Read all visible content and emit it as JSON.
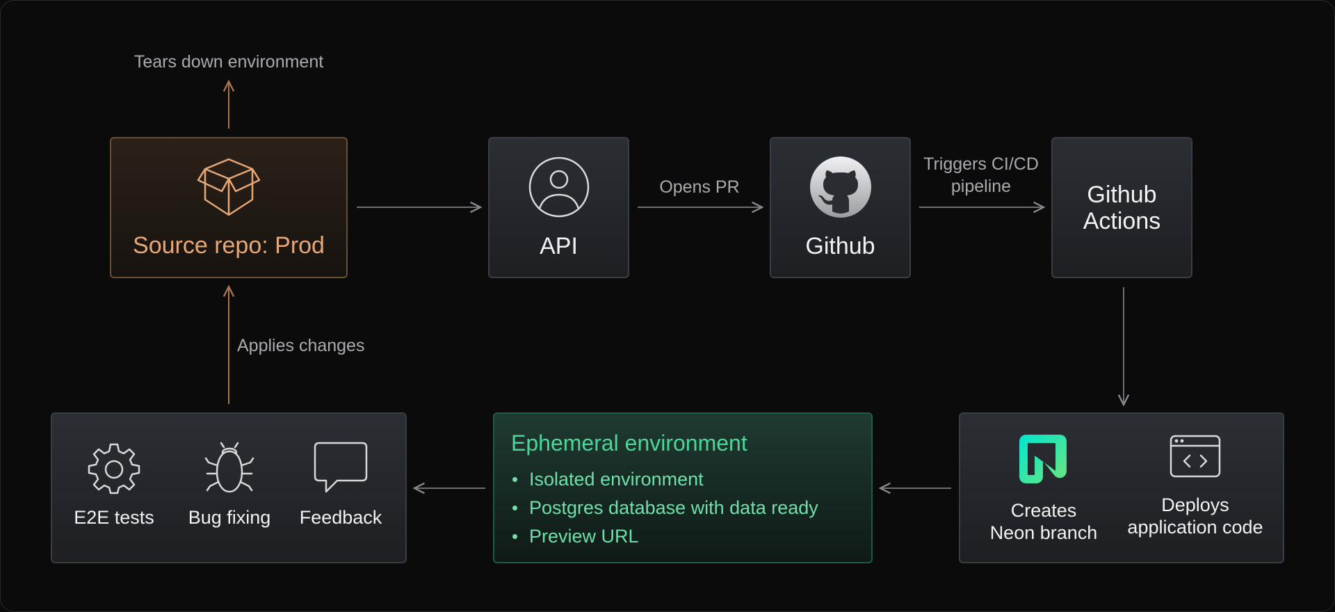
{
  "labels": {
    "tears_down": "Tears down environment",
    "applies_changes": "Applies changes",
    "opens_pr": "Opens PR",
    "triggers": [
      "Triggers CI/CD",
      "pipeline"
    ]
  },
  "nodes": {
    "source": {
      "title": "Source repo: Prod",
      "icon": "package-box-icon"
    },
    "api": {
      "title": "API",
      "icon": "user-avatar-icon"
    },
    "github": {
      "title": "Github",
      "icon": "github-octocat-icon"
    },
    "actions": {
      "title_lines": [
        "Github",
        "Actions"
      ]
    },
    "environment": {
      "title": "Ephemeral environment",
      "items": [
        "Isolated environment",
        "Postgres database with data ready",
        "Preview URL"
      ]
    },
    "deploy": {
      "neon": {
        "lines": [
          "Creates",
          "Neon branch"
        ],
        "icon": "neon-logo-icon"
      },
      "code": {
        "lines": [
          "Deploys",
          "application code"
        ],
        "icon": "code-window-icon"
      }
    },
    "feedback": {
      "items": [
        {
          "label": "E2E tests",
          "icon": "gear-icon"
        },
        {
          "label": "Bug fixing",
          "icon": "bug-icon"
        },
        {
          "label": "Feedback",
          "icon": "speech-bubble-icon"
        }
      ]
    }
  },
  "colors": {
    "accent_orange": "#e8a875",
    "accent_green": "#4cd69a",
    "arrow_gray": "#8a8c91",
    "arrow_orange": "#a87550"
  }
}
